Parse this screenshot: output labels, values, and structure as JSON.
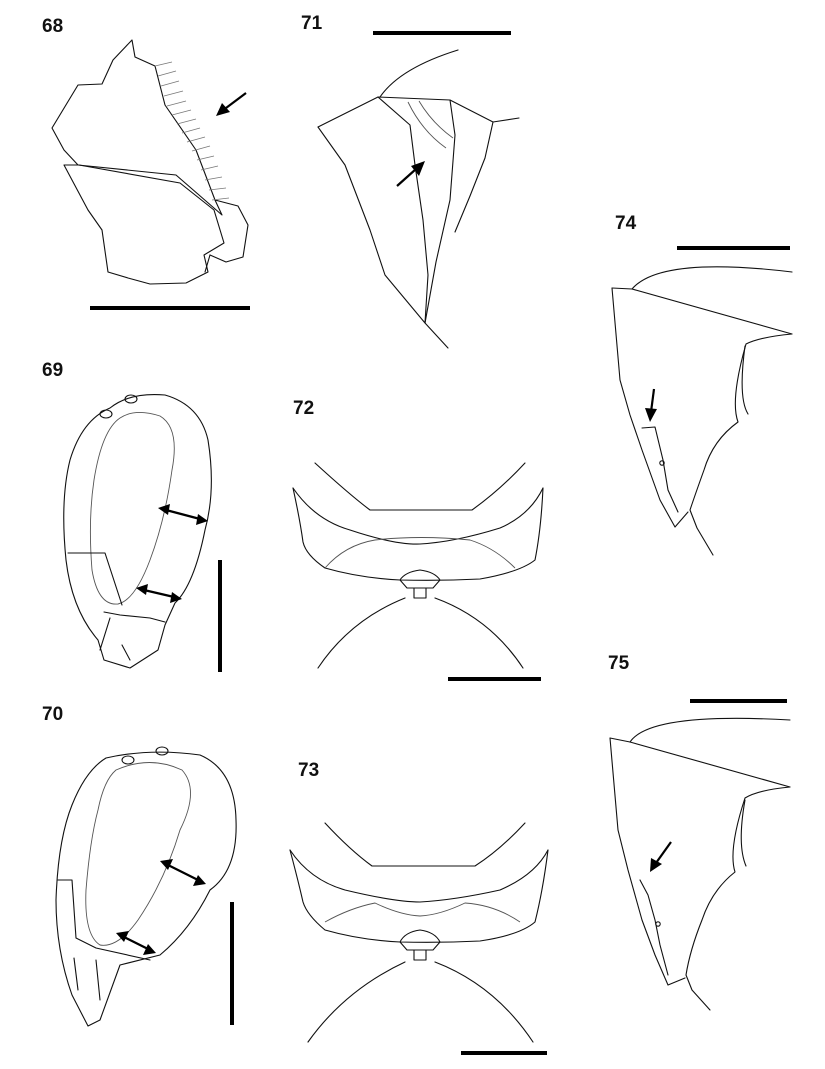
{
  "plate": {
    "figures": [
      {
        "number": "68",
        "view": "hind-coxa-lateral"
      },
      {
        "number": "69",
        "view": "mesosoma-lateral-a"
      },
      {
        "number": "70",
        "view": "mesosoma-lateral-b"
      },
      {
        "number": "71",
        "view": "propleuron"
      },
      {
        "number": "72",
        "view": "petiole-dorsal-a"
      },
      {
        "number": "73",
        "view": "petiole-dorsal-b"
      },
      {
        "number": "74",
        "view": "propodeum-lateral-a"
      },
      {
        "number": "75",
        "view": "propodeum-lateral-b"
      }
    ]
  },
  "colors": {
    "ink": "#111111",
    "background": "#ffffff"
  }
}
